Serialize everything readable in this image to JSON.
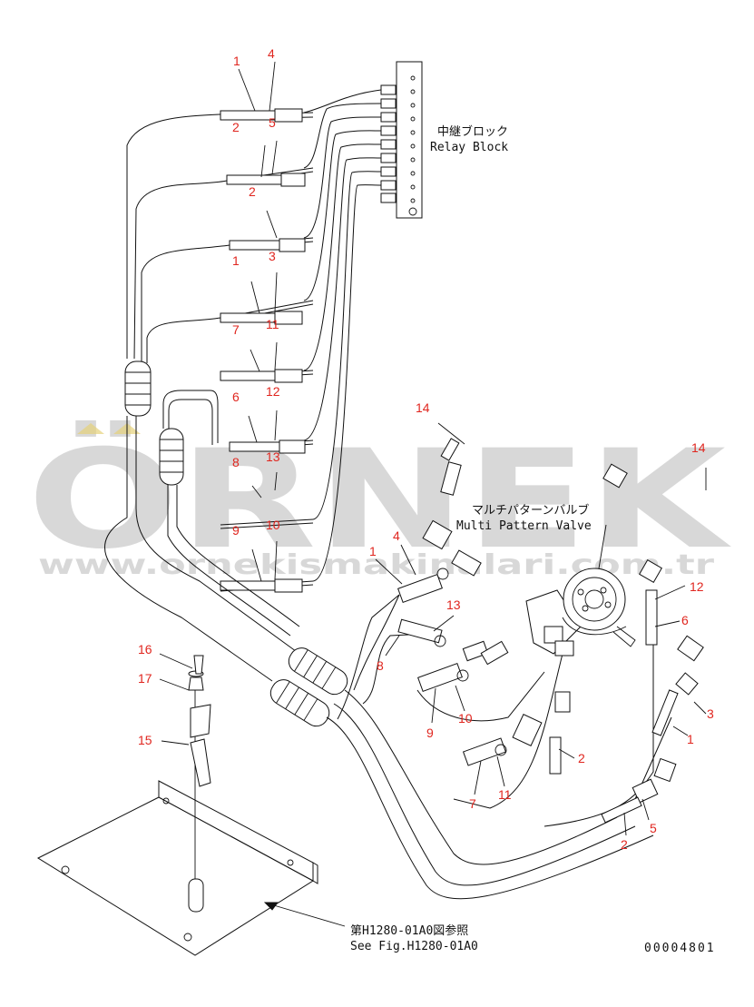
{
  "watermark": {
    "brand": "ÖRNEK",
    "url": "www.ornekismakinalari.com.tr"
  },
  "annotations": {
    "relay_block_jp": "中継ブロック",
    "relay_block_en": "Relay Block",
    "multi_valve_jp": "マルチパターンバルブ",
    "multi_valve_en": "Multi Pattern Valve",
    "see_fig_jp": "第H1280-01A0図参照",
    "see_fig_en": "See Fig.H1280-01A0",
    "drawing_number": "00004801"
  },
  "callouts": [
    "1",
    "4",
    "2",
    "5",
    "2",
    "3",
    "1",
    "11",
    "7",
    "12",
    "6",
    "13",
    "8",
    "10",
    "9",
    "14",
    "14",
    "1",
    "4",
    "13",
    "8",
    "9",
    "10",
    "12",
    "6",
    "3",
    "1",
    "2",
    "7",
    "11",
    "5",
    "2",
    "16",
    "17",
    "15"
  ],
  "colors": {
    "callout": "#e0261f",
    "line": "#111111",
    "watermark": "#b9b9b9"
  }
}
